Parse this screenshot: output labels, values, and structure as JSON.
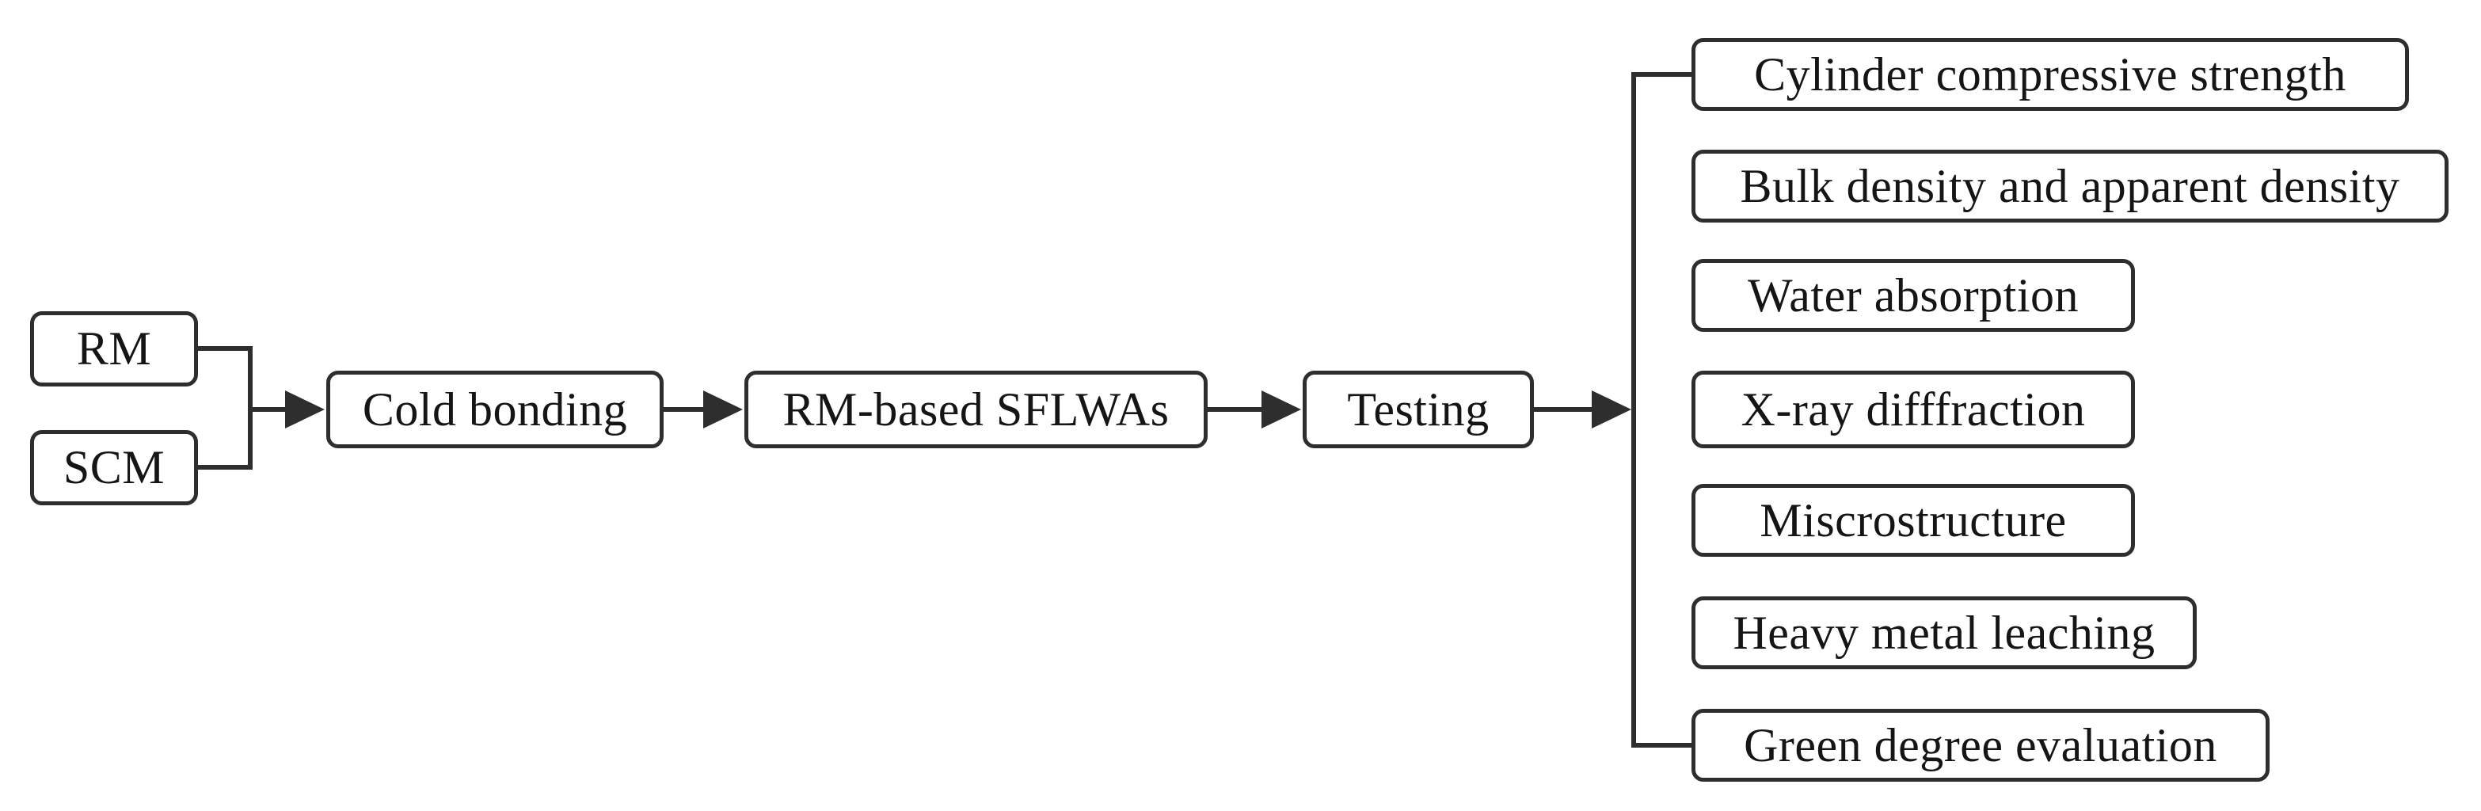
{
  "flowchart": {
    "materials": {
      "rm": "RM",
      "scm": "SCM"
    },
    "steps": {
      "cold_bonding": "Cold bonding",
      "product": "RM-based SFLWAs",
      "testing": "Testing"
    },
    "tests": [
      "Cylinder compressive strength",
      "Bulk density and apparent density",
      "Water absorption",
      "X-ray difffraction",
      "Miscrostructure",
      "Heavy metal leaching",
      "Green degree evaluation"
    ],
    "colors": {
      "line": "#2e2e2e",
      "text": "#151515",
      "box_background": "#ffffff",
      "page_background": "#ffffff"
    }
  }
}
